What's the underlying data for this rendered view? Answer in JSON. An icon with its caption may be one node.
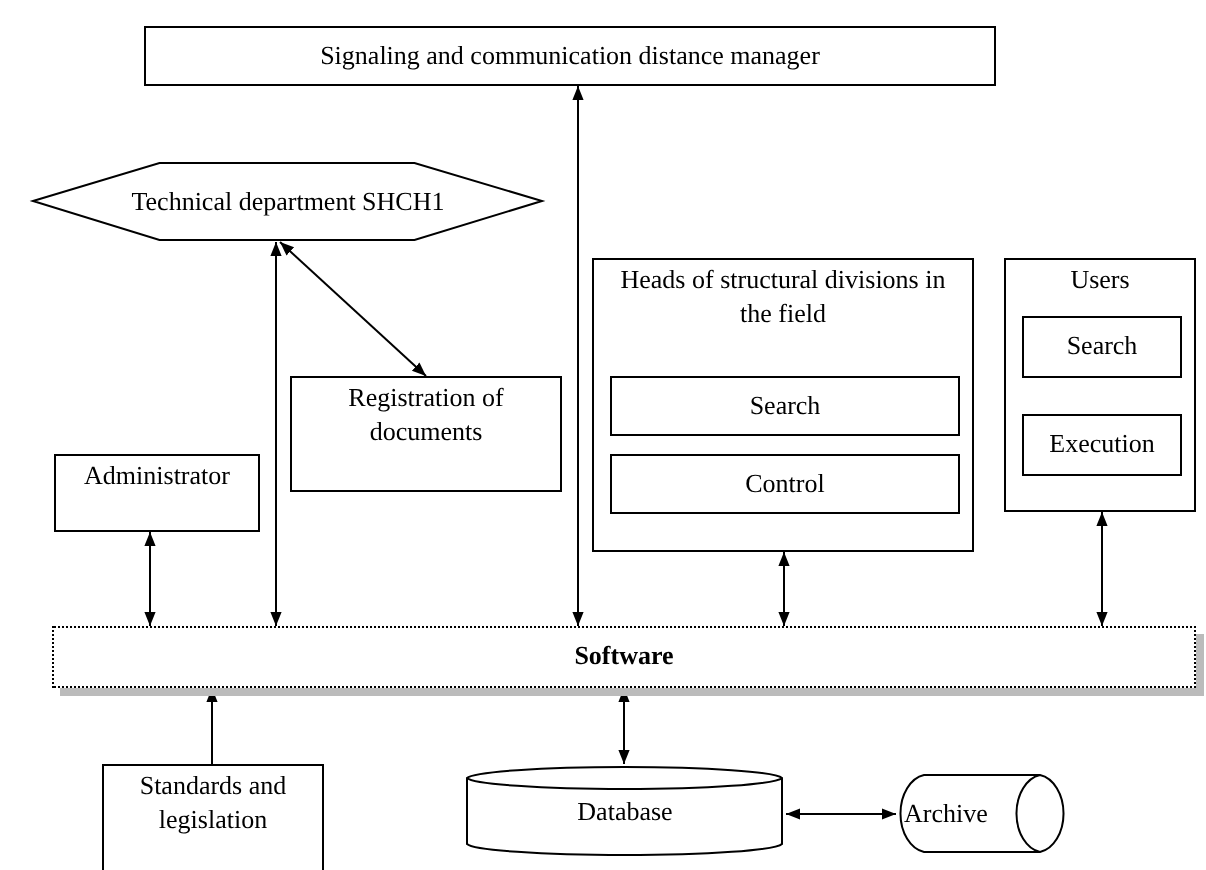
{
  "diagram": {
    "nodes": [
      {
        "text": [
          "Signaling and communication distance manager"
        ]
      },
      {
        "text": [
          "Technical department SHCH1"
        ]
      },
      {
        "text": [
          "Heads of structural divisions in the field"
        ]
      },
      {
        "text": [
          "Search"
        ],
        "in": 2
      },
      {
        "text": [
          "Control"
        ],
        "in": 2
      },
      {
        "text": [
          "Users"
        ]
      },
      {
        "text": [
          "Search"
        ],
        "in": 5
      },
      {
        "text": [
          "Execution"
        ],
        "in": 5
      },
      {
        "text": [
          "Registration of documents"
        ]
      },
      {
        "text": [
          "Administrator"
        ]
      },
      {
        "text": [
          "Software"
        ]
      },
      {
        "text": [
          "Standards and legislation"
        ]
      },
      {
        "text": [
          "Database"
        ]
      },
      {
        "text": [
          "Archive"
        ]
      }
    ],
    "edges": [
      {
        "from": 10,
        "to": 0,
        "arrow": "both"
      },
      {
        "from": 10,
        "to": 1,
        "arrow": "both"
      },
      {
        "from": 1,
        "to": 8,
        "arrow": "both"
      },
      {
        "from": 9,
        "to": 10,
        "arrow": "both"
      },
      {
        "from": 2,
        "to": 10,
        "arrow": "both"
      },
      {
        "from": 5,
        "to": 10,
        "arrow": "both"
      },
      {
        "from": 11,
        "to": 10,
        "arrow": "to"
      },
      {
        "from": 10,
        "to": 12,
        "arrow": "both"
      },
      {
        "from": 12,
        "to": 13,
        "arrow": "both"
      }
    ]
  }
}
